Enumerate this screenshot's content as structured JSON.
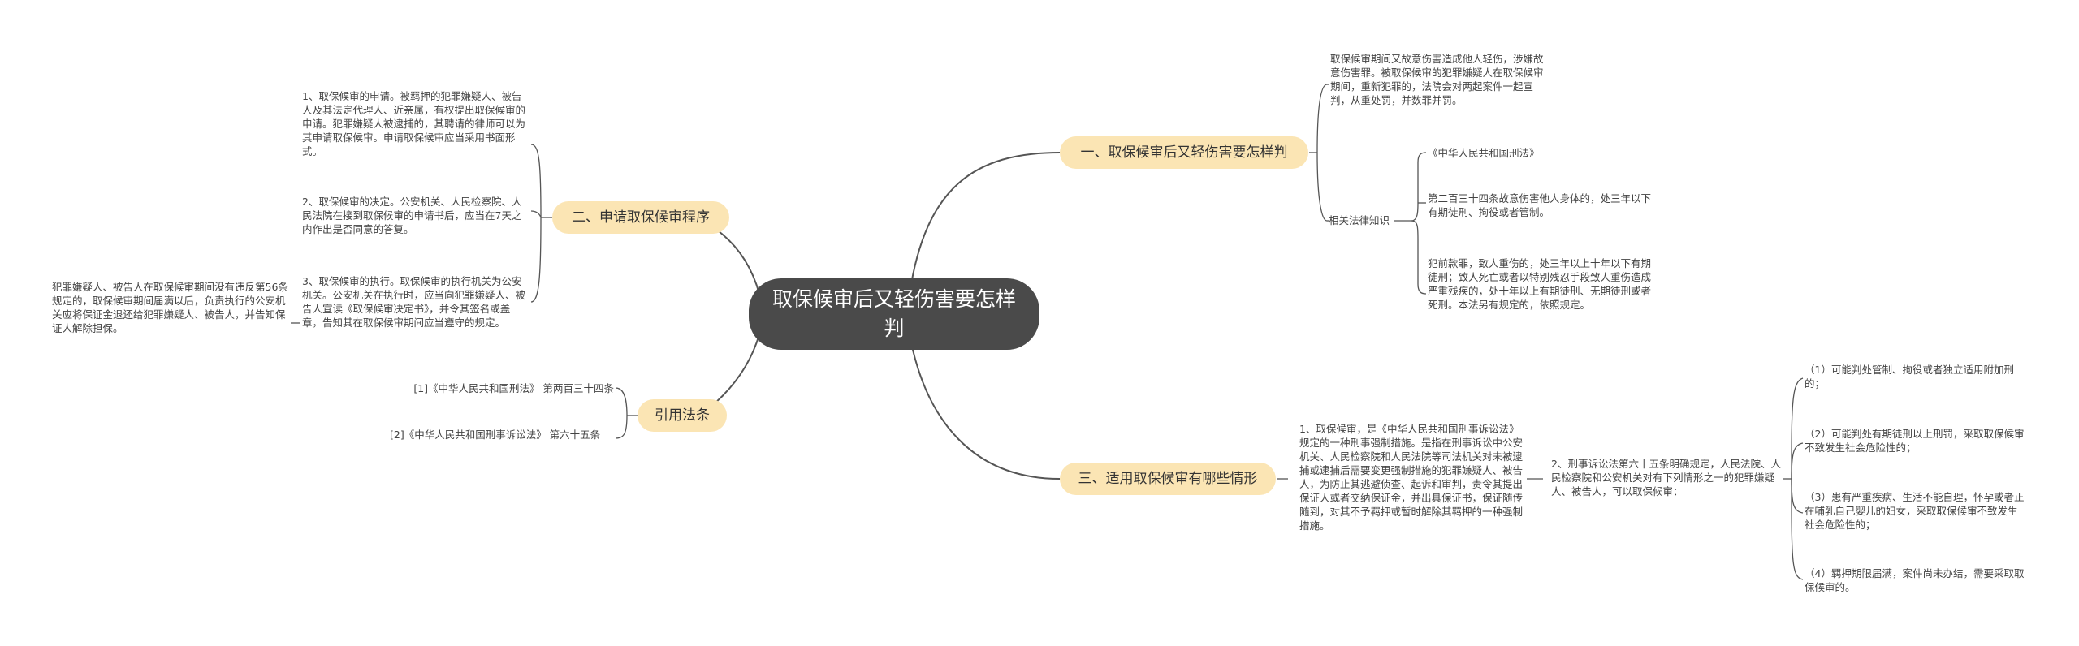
{
  "root": {
    "title": "取保候审后又轻伤害要怎样判"
  },
  "branches": {
    "b1": {
      "label": "一、取保候审后又轻伤害要怎样判",
      "leaf1": "取保候审期间又故意伤害造成他人轻伤，涉嫌故意伤害罪。被取保候审的犯罪嫌疑人在取保候审期间，重新犯罪的，法院会对两起案件一起宣判，从重处罚，并数罪并罚。",
      "law_label": "相关法律知识",
      "law1": "《中华人民共和国刑法》",
      "law2": "第二百三十四条故意伤害他人身体的，处三年以下有期徒刑、拘役或者管制。",
      "law3": "犯前款罪，致人重伤的，处三年以上十年以下有期徒刑；致人死亡或者以特别残忍手段致人重伤造成严重残疾的，处十年以上有期徒刑、无期徒刑或者死刑。本法另有规定的，依照规定。"
    },
    "b2": {
      "label": "二、申请取保候审程序",
      "item1": "1、取保候审的申请。被羁押的犯罪嫌疑人、被告人及其法定代理人、近亲属，有权提出取保候审的申请。犯罪嫌疑人被逮捕的，其聘请的律师可以为其申请取保候审。申请取保候审应当采用书面形式。",
      "item2": "2、取保候审的决定。公安机关、人民检察院、人民法院在接到取保候审的申请书后，应当在7天之内作出是否同意的答复。",
      "item3": "3、取保候审的执行。取保候审的执行机关为公安机关。公安机关在执行时，应当向犯罪嫌疑人、被告人宣读《取保候审决定书》，并令其签名或盖章，告知其在取保候审期间应当遵守的规定。",
      "item3_child": "犯罪嫌疑人、被告人在取保候审期间没有违反第56条规定的，取保候审期间届满以后，负责执行的公安机关应将保证金退还给犯罪嫌疑人、被告人，并告知保证人解除担保。"
    },
    "b3": {
      "label": "三、适用取保候审有哪些情形",
      "item1": "1、取保候审，是《中华人民共和国刑事诉讼法》规定的一种刑事强制措施。是指在刑事诉讼中公安机关、人民检察院和人民法院等司法机关对未被逮捕或逮捕后需要变更强制措施的犯罪嫌疑人、被告人，为防止其逃避侦查、起诉和审判，责令其提出保证人或者交纳保证金，并出具保证书，保证随传随到，对其不予羁押或暂时解除其羁押的一种强制措施。",
      "item2": "2、刑事诉讼法第六十五条明确规定，人民法院、人民检察院和公安机关对有下列情形之一的犯罪嫌疑人、被告人，可以取保候审：",
      "sub1": "（1）可能判处管制、拘役或者独立适用附加刑的；",
      "sub2": "（2）可能判处有期徒刑以上刑罚，采取取保候审不致发生社会危险性的；",
      "sub3": "（3）患有严重疾病、生活不能自理，怀孕或者正在哺乳自己婴儿的妇女，采取取保候审不致发生社会危险性的；",
      "sub4": "（4）羁押期限届满，案件尚未办结，需要采取取保候审的。"
    },
    "b4": {
      "label": "引用法条",
      "ref1": "[1]《中华人民共和国刑法》 第两百三十四条",
      "ref2": "[2]《中华人民共和国刑事诉讼法》 第六十五条"
    }
  },
  "colors": {
    "root_bg": "#4a4a4a",
    "branch_bg": "#fbe5b4",
    "line": "#555555"
  }
}
